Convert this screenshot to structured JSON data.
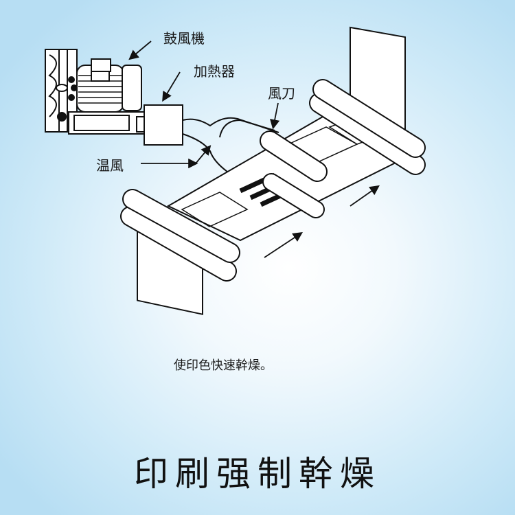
{
  "labels": {
    "blower": "鼓風機",
    "heater": "加熱器",
    "air_knife": "風刀",
    "warm_air": "温風"
  },
  "caption": "使印色快速幹燥。",
  "title": "印刷强制幹燥"
}
